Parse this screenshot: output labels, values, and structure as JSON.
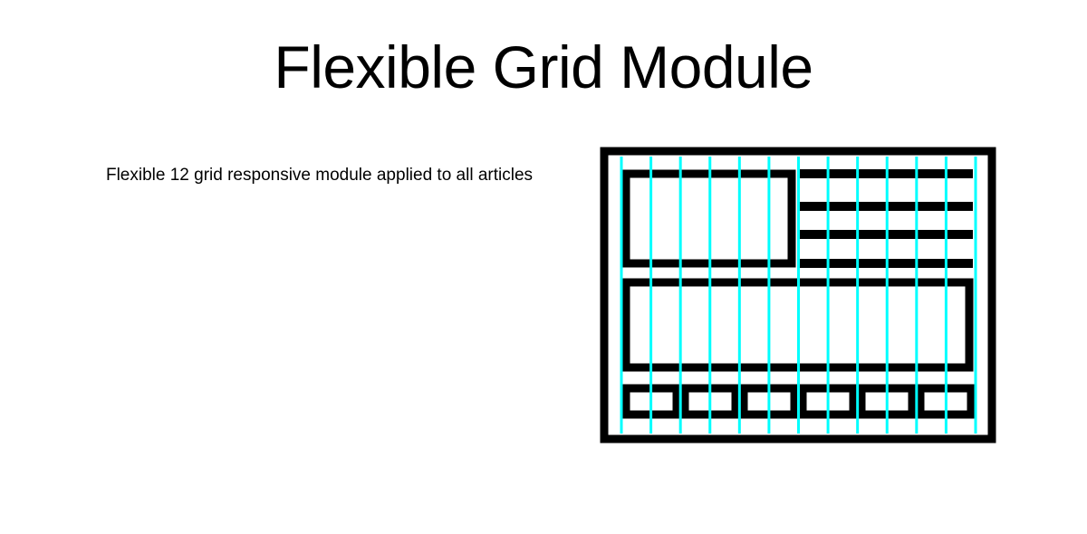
{
  "header": {
    "title": "Flexible Grid Module"
  },
  "content": {
    "description": "Flexible 12 grid responsive module applied to all articles"
  },
  "diagram": {
    "grid_columns": 12,
    "bottom_box_count": 6,
    "text_line_count": 4,
    "colors": {
      "structure": "#000000",
      "grid_lines": "#00ffff",
      "background": "#ffffff"
    }
  }
}
